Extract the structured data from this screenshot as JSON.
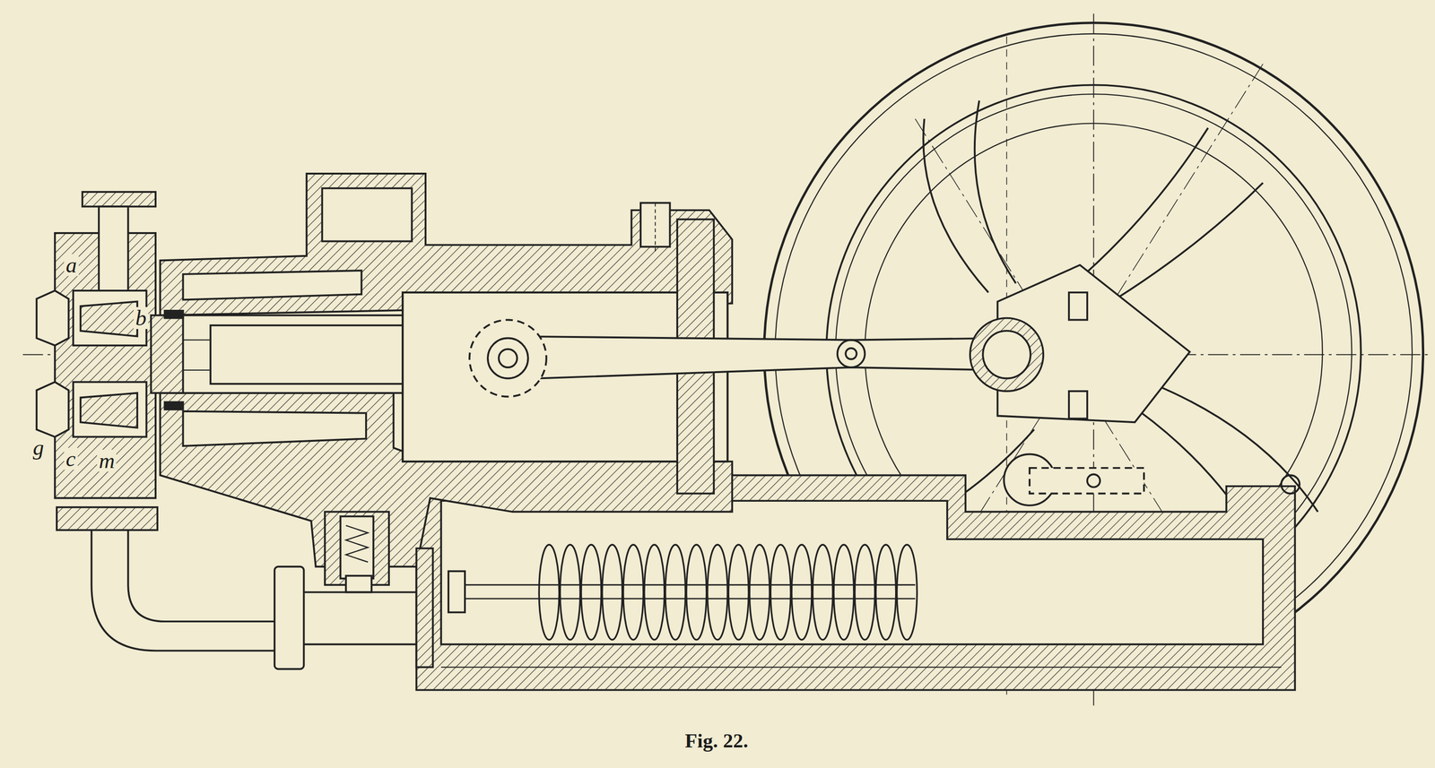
{
  "diagram": {
    "caption": "Fig. 22.",
    "labels": [
      "a",
      "b",
      "g",
      "c",
      "m"
    ]
  }
}
